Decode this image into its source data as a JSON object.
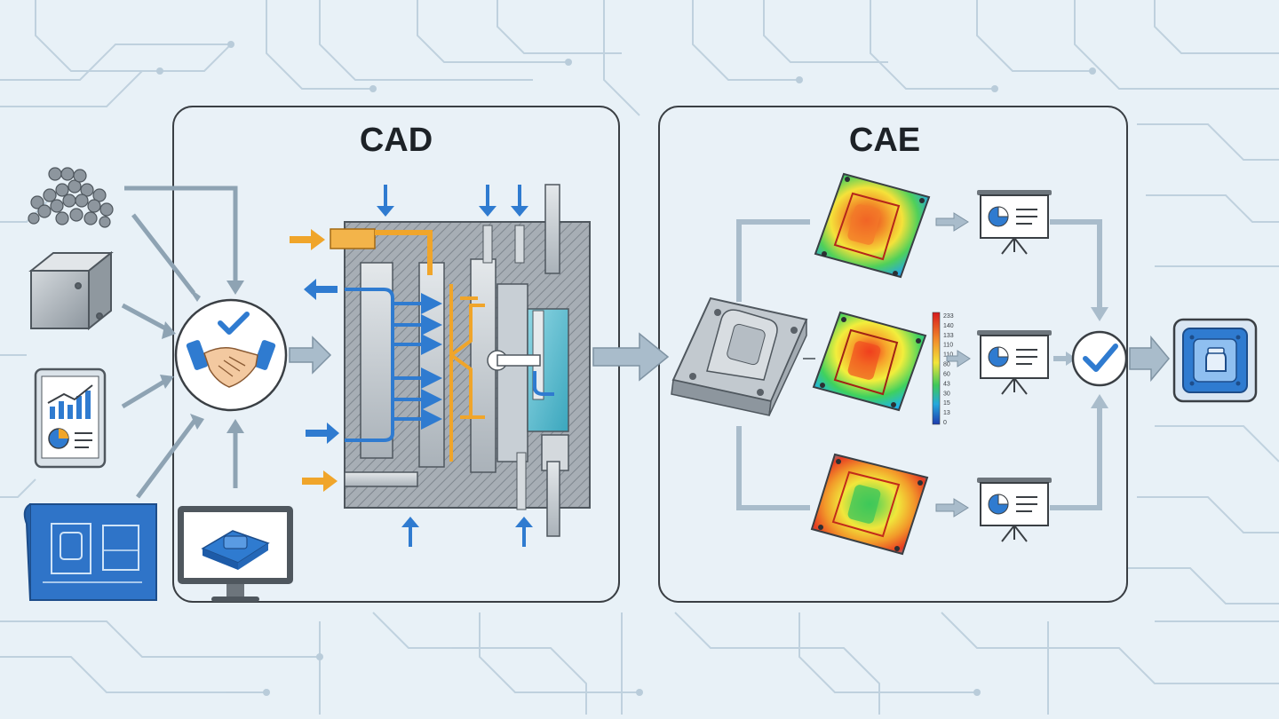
{
  "panels": {
    "cad": {
      "title": "CAD"
    },
    "cae": {
      "title": "CAE"
    }
  },
  "legend": {
    "scale": [
      "233",
      "140",
      "133",
      "110",
      "110",
      "80",
      "60",
      "43",
      "30",
      "15",
      "13",
      "0"
    ]
  },
  "inputs": {
    "icons": [
      "pellets-icon",
      "metal-block-icon",
      "tablet-chart-icon",
      "blueprint-icon",
      "monitor-part-icon"
    ]
  },
  "colors": {
    "background": "#e8f1f7",
    "circuit": "#b7cad8",
    "panel_stroke": "#3a3f44",
    "arrow_fill": "#a9bccb",
    "arrow_stroke": "#7f93a3",
    "accent_blue": "#2f7bd0",
    "accent_orange": "#f0a52a",
    "steel": "#9aa3ab"
  }
}
